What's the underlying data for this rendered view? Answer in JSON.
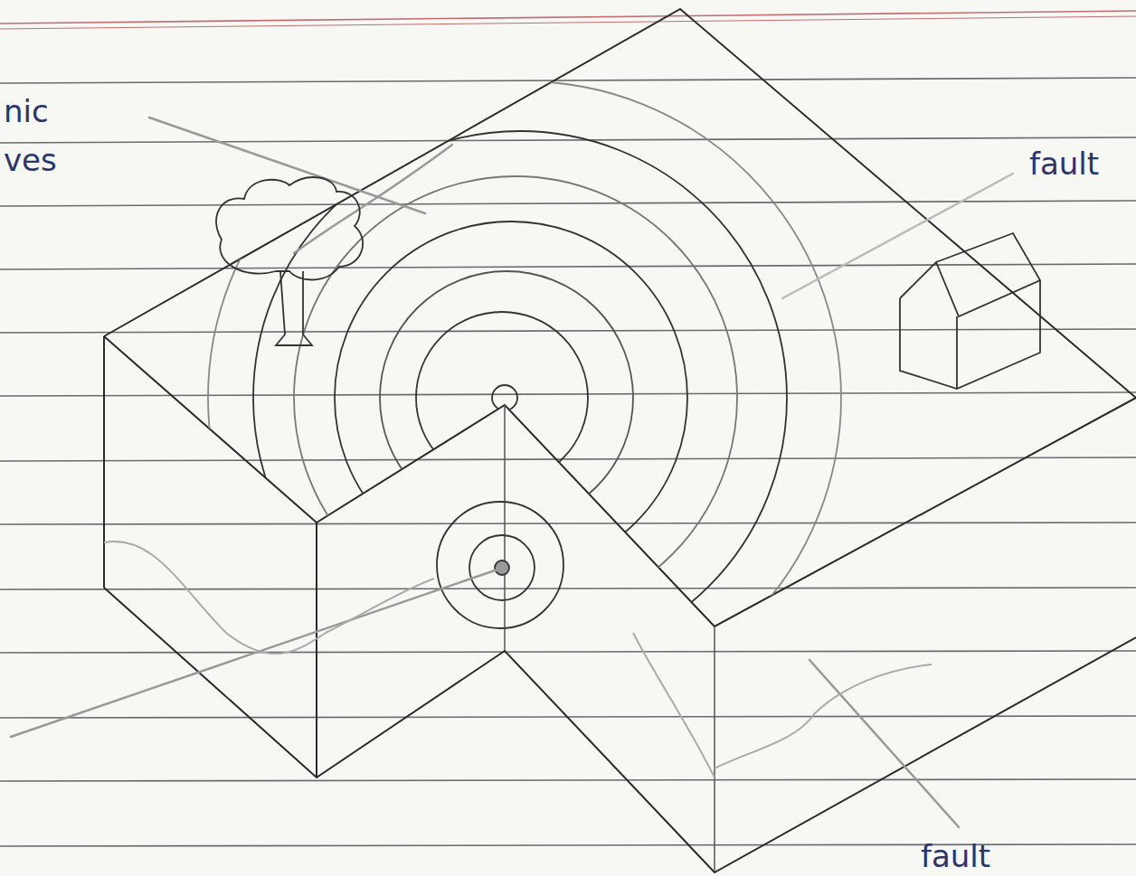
{
  "diagram": {
    "labels": [
      "nic",
      "ves",
      "fault",
      "fault"
    ]
  }
}
